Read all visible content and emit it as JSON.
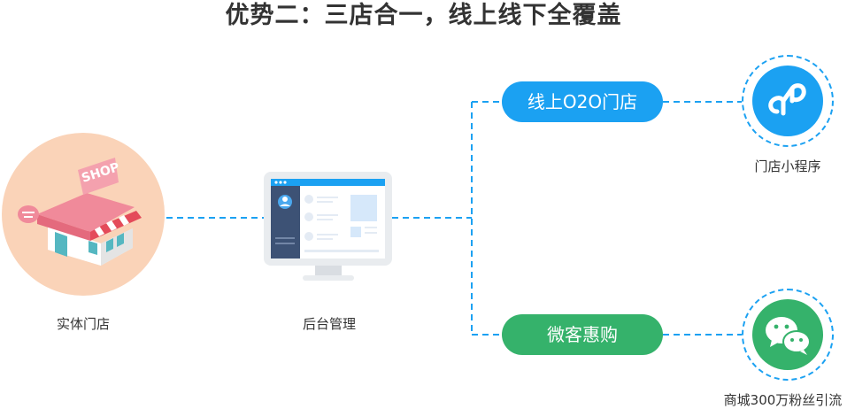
{
  "title": "优势二：三店合一，线上线下全覆盖",
  "nodes": {
    "physical_store": {
      "label": "实体门店",
      "sign": "SHOP"
    },
    "backend": {
      "label": "后台管理"
    },
    "online_o2o": {
      "label": "线上O2O门店"
    },
    "wechat_buy": {
      "label": "微客惠购"
    },
    "mini_program": {
      "label": "门店小程序"
    },
    "mall": {
      "label": "商城300万粉丝引流"
    }
  },
  "colors": {
    "blue": "#1ba1f2",
    "green": "#35b26b",
    "shop_bg": "#fad3b8",
    "roof": "#f08a9a",
    "dashed_line": "#1ba1f2"
  },
  "icons": {
    "mini_program": "mini-program-icon",
    "wechat": "wechat-icon",
    "shop": "shop-icon",
    "monitor": "monitor-icon"
  }
}
